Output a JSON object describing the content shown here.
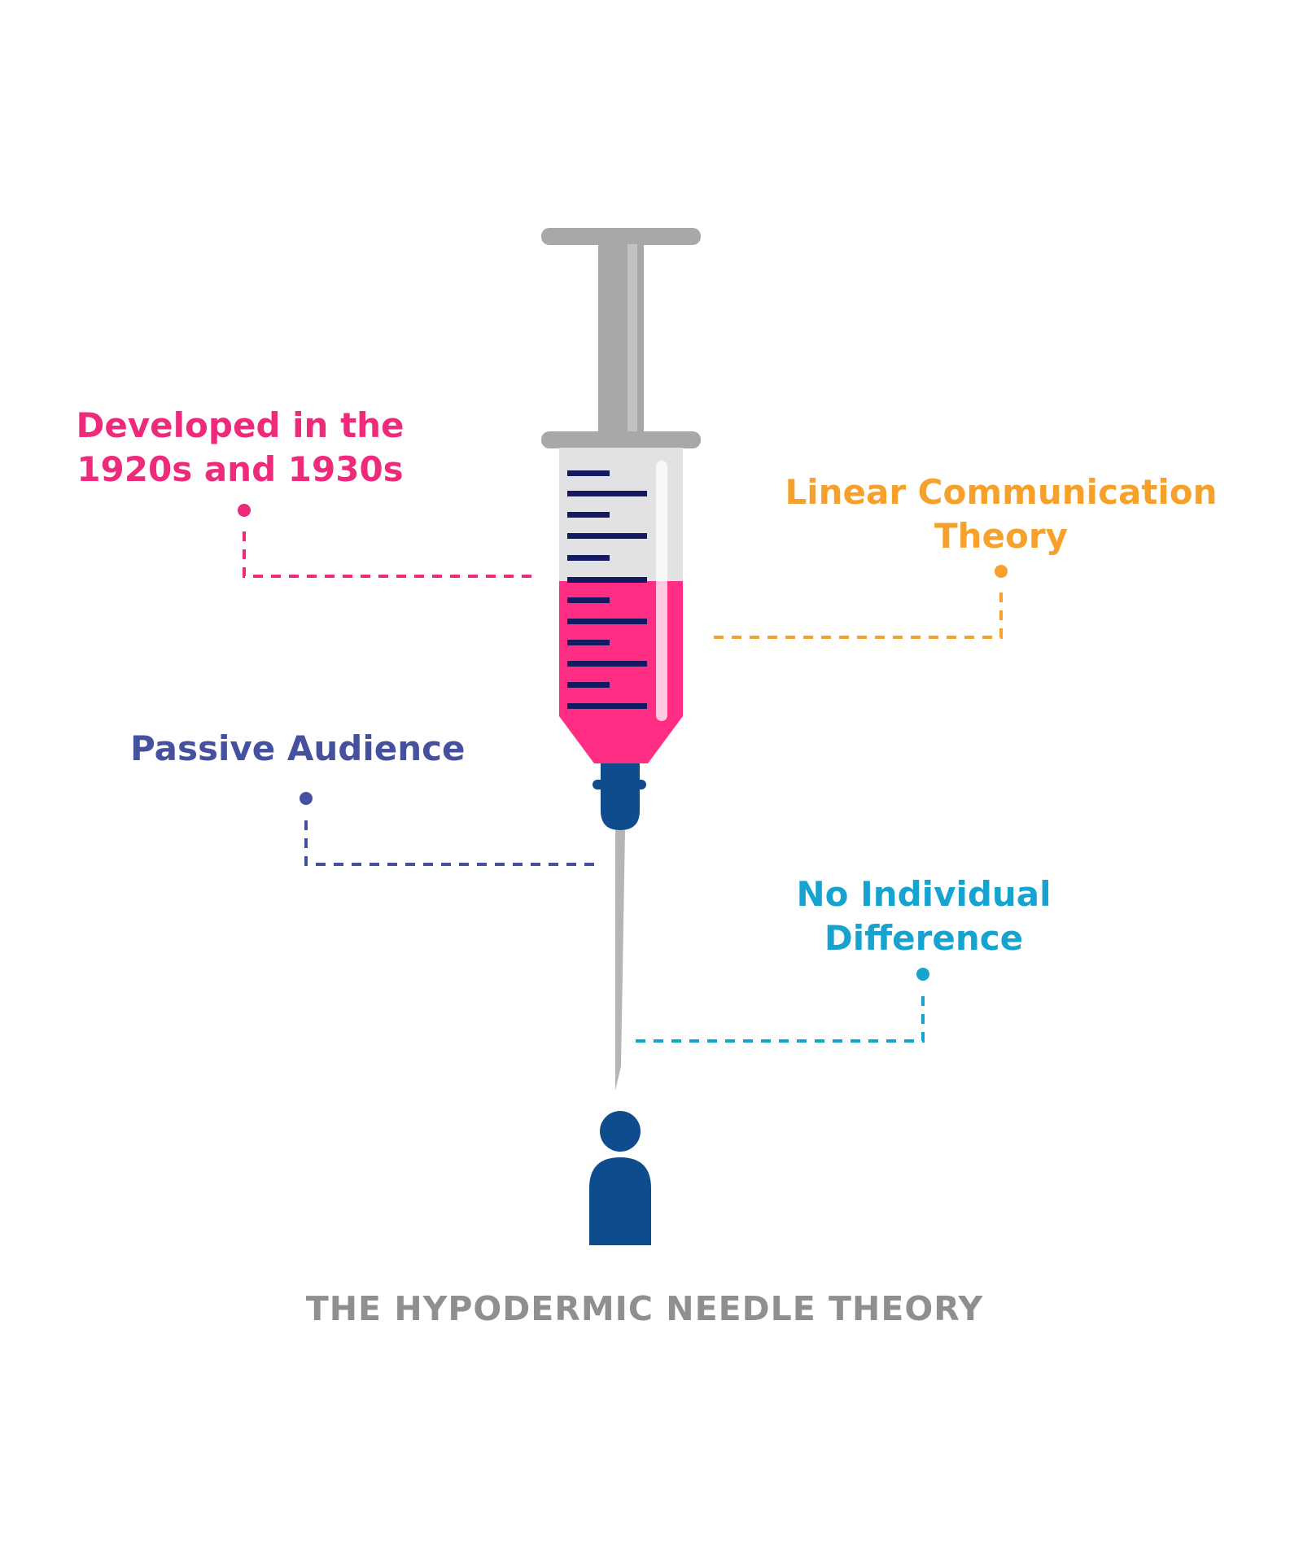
{
  "colors": {
    "pink": "#ee2a7b",
    "orange": "#f6a12c",
    "indigo": "#45509f",
    "cyan": "#16a3cf",
    "navy": "#0f4c8e",
    "grey": "#8f8f8f",
    "fill": "#ff2e84",
    "tick": "#131a5f"
  },
  "labels": {
    "developed": [
      "Developed in the",
      "1920s and 1930s"
    ],
    "linear": [
      "Linear Communication",
      "Theory"
    ],
    "passive": [
      "Passive Audience"
    ],
    "no_individual": [
      "No Individual",
      "Difference"
    ]
  },
  "title": "THE HYPODERMIC NEEDLE THEORY",
  "icons": {
    "syringe": "syringe-icon",
    "person": "person-icon"
  }
}
